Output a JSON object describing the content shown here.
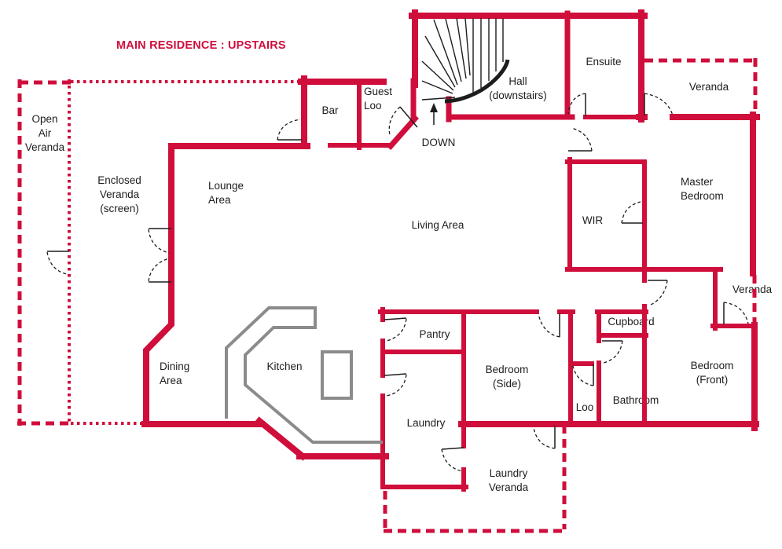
{
  "title": "MAIN RESIDENCE : UPSTAIRS",
  "colors": {
    "wall": "#cf0e3b",
    "counter": "#8b8b8b",
    "ink": "#1d1d1d",
    "background": "#ffffff"
  },
  "labels": {
    "open_air_veranda": "Open\nAir\nVeranda",
    "enclosed_veranda": "Enclosed\nVeranda\n(screen)",
    "lounge_area": "Lounge\nArea",
    "bar": "Bar",
    "guest_loo": "Guest\nLoo",
    "hall": "Hall\n(downstairs)",
    "down": "DOWN",
    "ensuite": "Ensuite",
    "veranda_top": "Veranda",
    "master_bedroom": "Master\nBedroom",
    "wir": "WIR",
    "living_area": "Living Area",
    "dining_area": "Dining\nArea",
    "kitchen": "Kitchen",
    "pantry": "Pantry",
    "laundry": "Laundry",
    "bedroom_side": "Bedroom\n(Side)",
    "loo": "Loo",
    "bathroom": "Bathroom",
    "cupboard": "Cupboard",
    "bedroom_front": "Bedroom\n(Front)",
    "veranda_right": "Veranda",
    "laundry_veranda": "Laundry\nVeranda"
  },
  "icons": {
    "down_arrow": "up-arrow-to-stairs"
  }
}
